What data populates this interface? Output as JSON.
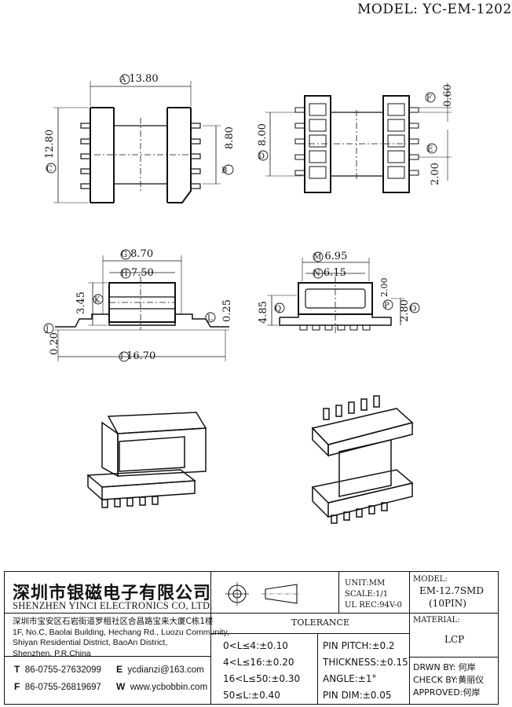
{
  "header": {
    "model_title": "MODEL: YC-EM-1202"
  },
  "dimensions": {
    "A": "13.80",
    "B": "8.80",
    "C": "12.80",
    "D": "8.00",
    "E": "2.00",
    "F": "0.60",
    "G": "8.70",
    "H": "7.50",
    "I": "16.70",
    "J": "0.20",
    "K": "3.45",
    "L": "0.25",
    "M": "6.95",
    "N": "6.15",
    "O": "2.80",
    "P": "2.00",
    "Q": "4.85"
  },
  "company": {
    "name_cn": "深圳市银磁电子有限公司",
    "name_en": "SHENZHEN YINCI ELECTRONICS CO, LTD.",
    "address_lines": [
      "深圳市宝安区石岩街道罗租社区合昌路宝来大厦C栋1楼",
      "1F, No.C, Baolai Building, Hechang Rd., Luozu Community,",
      "Shiyan Residential District, BaoAn District,",
      "Shenzhen, P.R.China"
    ],
    "tel_label": "T",
    "tel": "86-0755-27632099",
    "fax_label": "F",
    "fax": "86-0755-26819697",
    "email_label": "E",
    "email": "ycdianzi@163.com",
    "web_label": "W",
    "web": "www.ycbobbin.com"
  },
  "specs": {
    "unit": "UNIT:MM",
    "scale": "SCALE:1/1",
    "ul": "UL REC:94V-0"
  },
  "model_box": {
    "label": "MODEL:",
    "value": "EM-12.7SMD",
    "pins": "(10PIN)"
  },
  "material_box": {
    "label": "MATERIAL:",
    "value": "LCP"
  },
  "tolerance": {
    "title": "TOLERANCE",
    "left": [
      "0<L≤4:±0.10",
      "4<L≤16:±0.20",
      "16<L≤50:±0.30",
      "50≤L:±0.40"
    ],
    "right": [
      "PIN PITCH:±0.2",
      "THICKNESS:±0.15",
      "ANGLE:±1°",
      "PIN DIM:±0.05"
    ]
  },
  "approvals": {
    "drawn": "DRWN BY: 何岸",
    "check": "CHECK BY:黄丽仪",
    "approved": "APPROVED:何岸"
  }
}
